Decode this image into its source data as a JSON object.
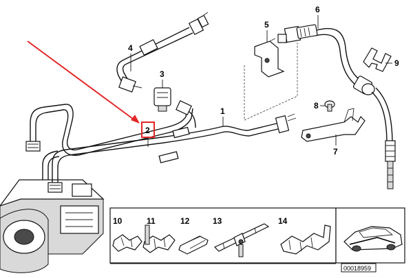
{
  "callouts": {
    "c1": "1",
    "c2": "2",
    "c3": "3",
    "c4": "4",
    "c5": "5",
    "c6": "6",
    "c7": "7",
    "c8": "8",
    "c9": "9",
    "c10": "10",
    "c11": "11",
    "c12": "12",
    "c13": "13",
    "c14": "14"
  },
  "highlighted_callout": "2",
  "diagram_code": "00018959",
  "colors": {
    "arrow": "#e32626",
    "highlight_box": "#e32626",
    "lines": "#111111"
  }
}
